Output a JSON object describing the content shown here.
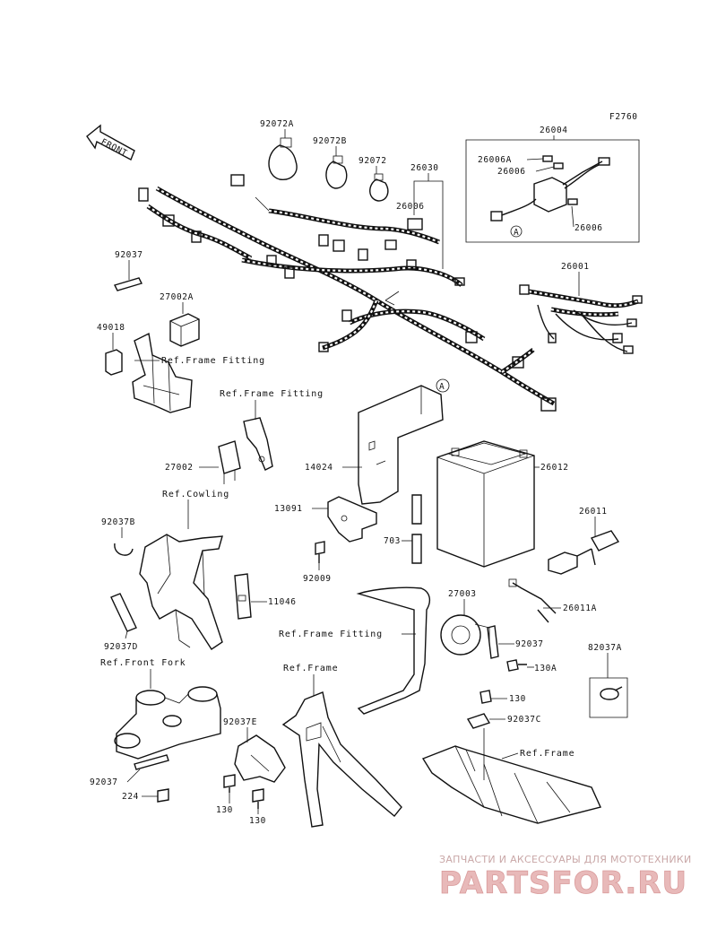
{
  "diagram": {
    "figure_code": "F2760",
    "front_label": "FRONT",
    "part_numbers": {
      "p92072A": "92072A",
      "p92072B": "92072B",
      "p92072": "92072",
      "p26004": "26004",
      "p26006A": "26006A",
      "p26006_top": "26006",
      "p26006_bottom": "26006",
      "p26030": "26030",
      "p26006_harness": "26006",
      "p92037_top": "92037",
      "p26001": "26001",
      "p27002A": "27002A",
      "p49018": "49018",
      "p27002": "27002",
      "p14024": "14024",
      "p26012": "26012",
      "p13091": "13091",
      "p703": "703",
      "p92009": "92009",
      "p26011": "26011",
      "p92037B": "92037B",
      "p11046": "11046",
      "p27003": "27003",
      "p26011A": "26011A",
      "p92037_mid": "92037",
      "p130A": "130A",
      "p82037A": "82037A",
      "p92037D": "92037D",
      "p130_mid": "130",
      "p92037C": "92037C",
      "p92037E": "92037E",
      "p92037_bottom": "92037",
      "p224": "224",
      "p130_left": "130",
      "p130_right": "130"
    },
    "callout_A_top": "A",
    "callout_A_box": "A",
    "references": {
      "ref_frame_fitting_1": "Ref.Frame Fitting",
      "ref_frame_fitting_2": "Ref.Frame Fitting",
      "ref_cowling": "Ref.Cowling",
      "ref_front_fork": "Ref.Front Fork",
      "ref_frame_fitting_3": "Ref.Frame Fitting",
      "ref_frame_1": "Ref.Frame",
      "ref_frame_2": "Ref.Frame"
    }
  },
  "watermark": {
    "tagline": "ЗАПЧАСТИ И АКСЕССУАРЫ ДЛЯ МОТОТЕХНИКИ",
    "brand": "PARTSFOR.RU"
  }
}
